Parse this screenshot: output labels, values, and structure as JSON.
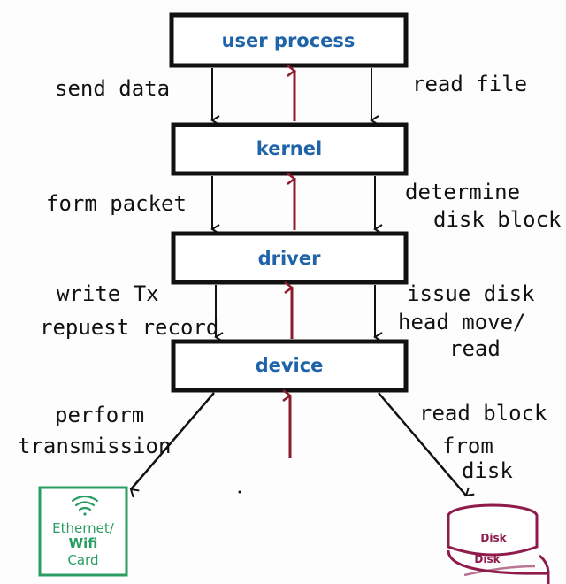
{
  "layers": [
    {
      "id": "user-process",
      "label": "user process"
    },
    {
      "id": "kernel",
      "label": "kernel"
    },
    {
      "id": "driver",
      "label": "driver"
    },
    {
      "id": "device",
      "label": "device"
    }
  ],
  "left_annotations": {
    "send_data": "send data",
    "form_packet": "form packet",
    "write_tx_1": "write Tx",
    "write_tx_2": "repuest record",
    "perform_1": "perform",
    "perform_2": "transmission"
  },
  "right_annotations": {
    "read_file": "read file",
    "determine_1": "determine",
    "determine_2": "disk block",
    "issue_1": "issue disk",
    "issue_2": "head move/",
    "issue_3": "read",
    "read_block_1": "read block",
    "read_block_2": "from",
    "read_block_3": "disk"
  },
  "network_card": {
    "line1": "Ethernet/",
    "line2": "Wifi",
    "line3": "Card",
    "icon": "wifi-icon"
  },
  "disk": {
    "label_top": "Disk",
    "label_bottom": "Disk"
  },
  "colors": {
    "box_label": "#1f63a8",
    "up_arrow": "#8b1a2b",
    "card": "#2a9d62",
    "disk": "#8e1b4c"
  }
}
